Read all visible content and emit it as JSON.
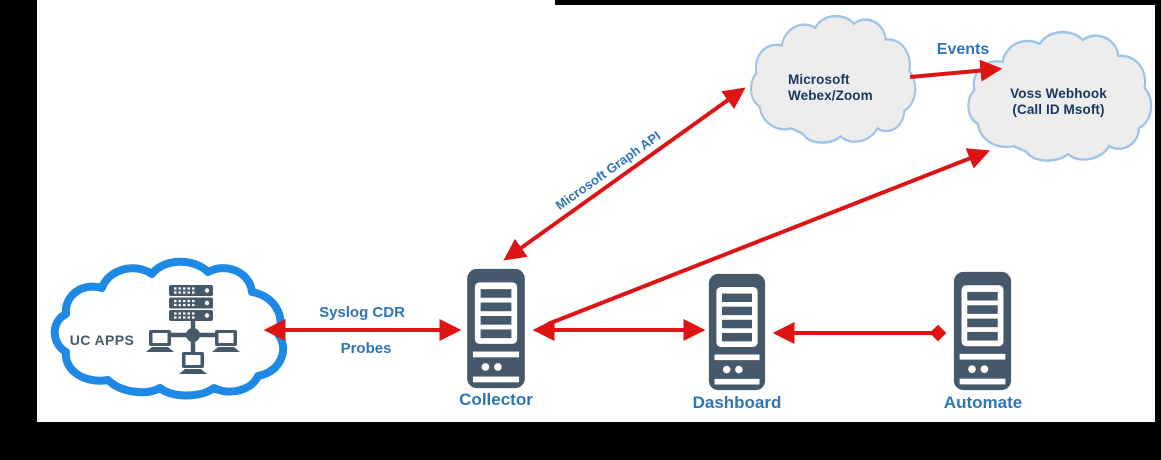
{
  "diagram": {
    "type": "architecture-flow",
    "colors": {
      "arrow": "#DE1414",
      "blue": "#2E75B6",
      "navy": "#17375E",
      "slate": "#45596B",
      "uccloud": "#1E88E5",
      "cloudfill": "#EDEDED",
      "cloudstroke": "#9DC3E6",
      "frame": "#000000",
      "canvas": "#FFFFFF"
    },
    "nodes": {
      "uc_apps": {
        "label": "UC APPS",
        "icon": "cloud-network-icon"
      },
      "webex_zoom": {
        "line1": "Microsoft",
        "line2": "Webex/Zoom",
        "icon": "cloud-icon"
      },
      "voss_webhook": {
        "line1": "Voss Webhook",
        "line2": "(Call ID Msoft)",
        "icon": "cloud-icon"
      },
      "collector": {
        "label": "Collector",
        "icon": "server-tower-icon"
      },
      "dashboard": {
        "label": "Dashboard",
        "icon": "server-tower-icon"
      },
      "automate": {
        "label": "Automate",
        "icon": "server-tower-icon"
      }
    },
    "edge_labels": {
      "syslog_line1": "Syslog CDR",
      "syslog_line2": "Probes",
      "graph_api": "Microsoft Graph API",
      "events": "Events"
    },
    "connections": [
      {
        "from": "UC APPS",
        "to": "Collector",
        "label": "Syslog CDR Probes",
        "style": "double-arrow"
      },
      {
        "from": "Collector",
        "to": "Microsoft Webex/Zoom",
        "label": "Microsoft Graph API",
        "style": "double-arrow"
      },
      {
        "from": "Collector",
        "to": "Voss Webhook (Call ID Msoft)",
        "label": "",
        "style": "double-arrow"
      },
      {
        "from": "Microsoft Webex/Zoom",
        "to": "Voss Webhook (Call ID Msoft)",
        "label": "Events",
        "style": "arrow"
      },
      {
        "from": "Collector",
        "to": "Dashboard",
        "label": "",
        "style": "double-arrow"
      },
      {
        "from": "Dashboard",
        "to": "Automate",
        "label": "",
        "style": "arrow-diamond"
      }
    ]
  }
}
